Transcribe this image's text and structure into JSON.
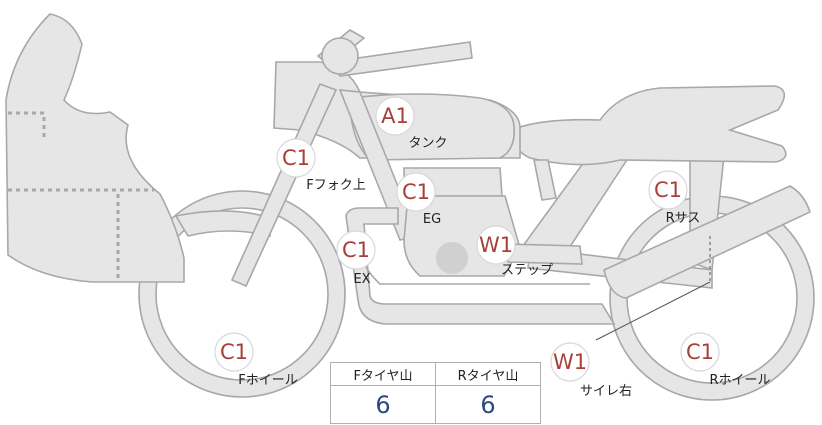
{
  "markers": [
    {
      "id": "tank",
      "grade": "A1",
      "label": "タンク"
    },
    {
      "id": "front-fork-upper",
      "grade": "C1",
      "label": "Fフォク上"
    },
    {
      "id": "engine",
      "grade": "C1",
      "label": "EG"
    },
    {
      "id": "exhaust",
      "grade": "C1",
      "label": "EX"
    },
    {
      "id": "step",
      "grade": "W1",
      "label": "ステップ"
    },
    {
      "id": "rear-suspension",
      "grade": "C1",
      "label": "Rサス"
    },
    {
      "id": "front-wheel",
      "grade": "C1",
      "label": "Fホイール"
    },
    {
      "id": "silencer-right",
      "grade": "W1",
      "label": "サイレ右"
    },
    {
      "id": "rear-wheel",
      "grade": "C1",
      "label": "Rホイール"
    }
  ],
  "tire_table": {
    "headers": [
      "Fタイヤ山",
      "Rタイヤ山"
    ],
    "values": [
      "6",
      "6"
    ]
  },
  "colors": {
    "grade_text": "#a84038",
    "table_value": "#2c4a7c",
    "part_fill": "#e6e6e6",
    "part_stroke": "#a8a8a8"
  }
}
